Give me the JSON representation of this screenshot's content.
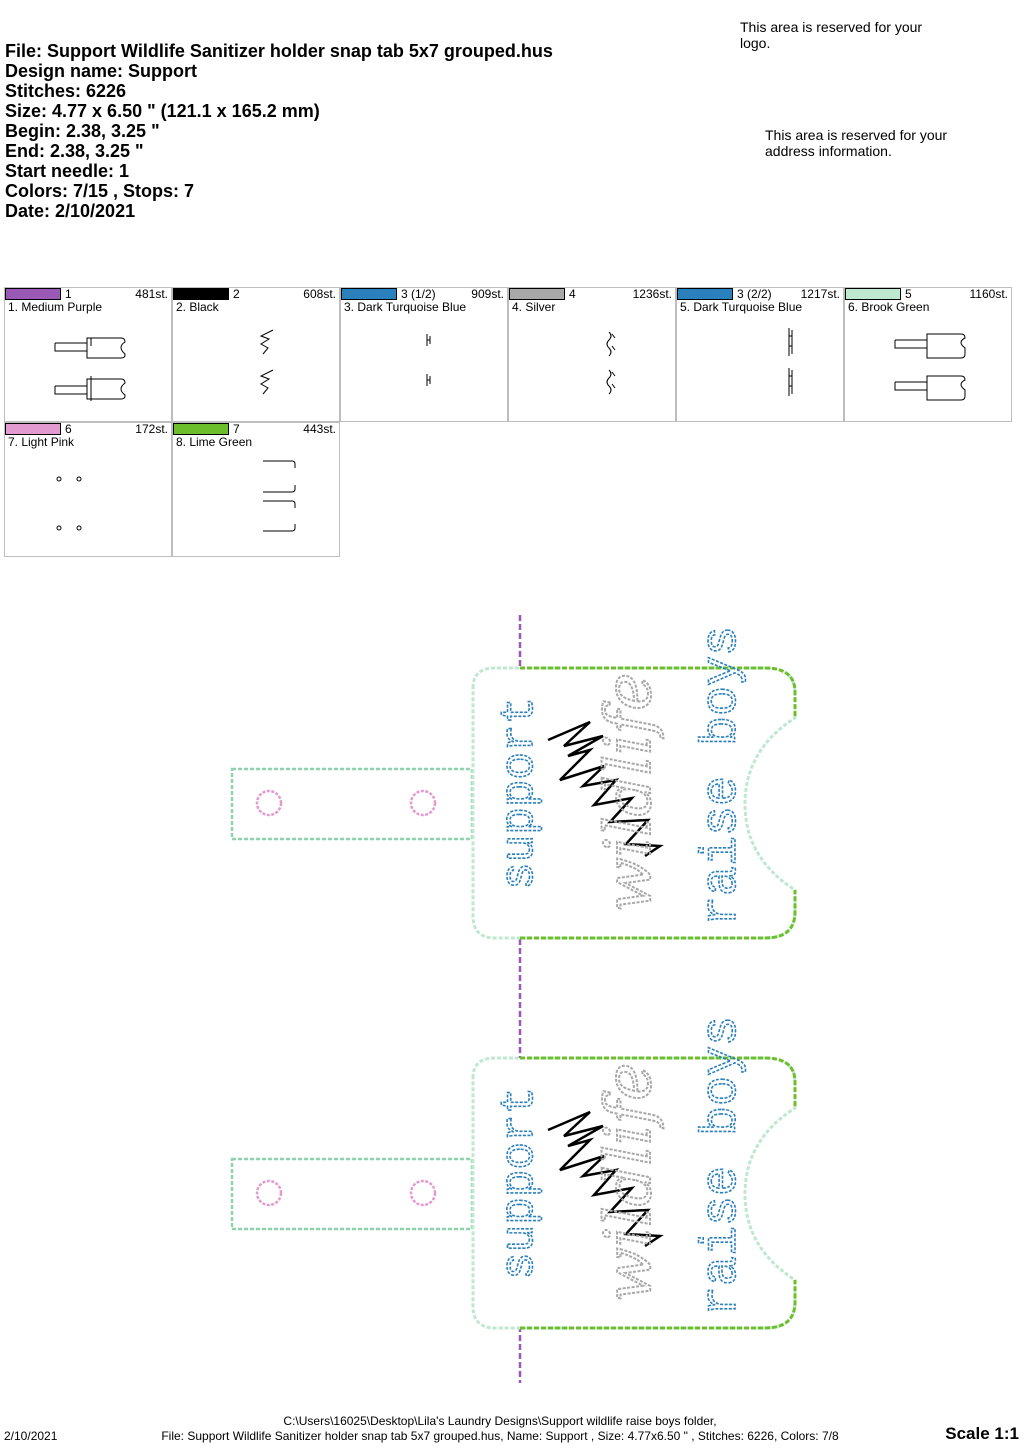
{
  "header": {
    "file": "File: Support Wildlife Sanitizer holder snap tab 5x7 grouped.hus",
    "design_name": "Design name: Support",
    "stitches": "Stitches: 6226",
    "size": "Size: 4.77 x 6.50 \" (121.1 x 165.2 mm)",
    "begin": "Begin: 2.38, 3.25 \"",
    "end": "End: 2.38, 3.25 \"",
    "start_needle": "Start needle: 1",
    "colors": "Colors: 7/15 , Stops: 7",
    "date": "Date: 2/10/2021"
  },
  "reserved": {
    "logo": "This area is reserved for your logo.",
    "address": "This area is reserved for your address information."
  },
  "color_stops": [
    {
      "needle": "1",
      "name": "1. Medium Purple",
      "stitches": "481st.",
      "color": "#9b59b6",
      "icon": "tab-outline-icon"
    },
    {
      "needle": "2",
      "name": "2. Black",
      "stitches": "608st.",
      "color": "#000000",
      "icon": "mountain-icon"
    },
    {
      "needle": "3 (1/2)",
      "name": "3. Dark Turquoise Blue",
      "stitches": "909st.",
      "color": "#2a7fbd",
      "icon": "support-text-icon"
    },
    {
      "needle": "4",
      "name": "4. Silver",
      "stitches": "1236st.",
      "color": "#a8a8a8",
      "icon": "wildlife-script-icon"
    },
    {
      "needle": "3 (2/2)",
      "name": "5. Dark Turquoise Blue",
      "stitches": "1217st.",
      "color": "#2a7fbd",
      "icon": "raise-boys-text-icon"
    },
    {
      "needle": "5",
      "name": "6. Brook Green",
      "stitches": "1160st.",
      "color": "#bfe8d0",
      "icon": "holder-outline-icon"
    },
    {
      "needle": "6",
      "name": "7. Light Pink",
      "stitches": "172st.",
      "color": "#e39ad0",
      "icon": "snap-circles-icon"
    },
    {
      "needle": "7",
      "name": "8. Lime Green",
      "stitches": "443st.",
      "color": "#6cbf2a",
      "icon": "edge-curve-icon"
    }
  ],
  "motif": {
    "support": "support",
    "wildlife": "wildlife",
    "raise_boys": "raise boys",
    "support_short": "support",
    "wildlife_short": "wildlife",
    "raise_boys_short": "raise boys"
  },
  "footer": {
    "date": "2/10/2021",
    "path": "C:\\Users\\16025\\Desktop\\Lila's Laundry Designs\\Support wildlife raise boys folder,",
    "summary": "File: Support Wildlife Sanitizer holder snap tab 5x7 grouped.hus, Name: Support , Size: 4.77x6.50 \" , Stitches: 6226, Colors: 7/8",
    "scale": "Scale 1:1"
  }
}
